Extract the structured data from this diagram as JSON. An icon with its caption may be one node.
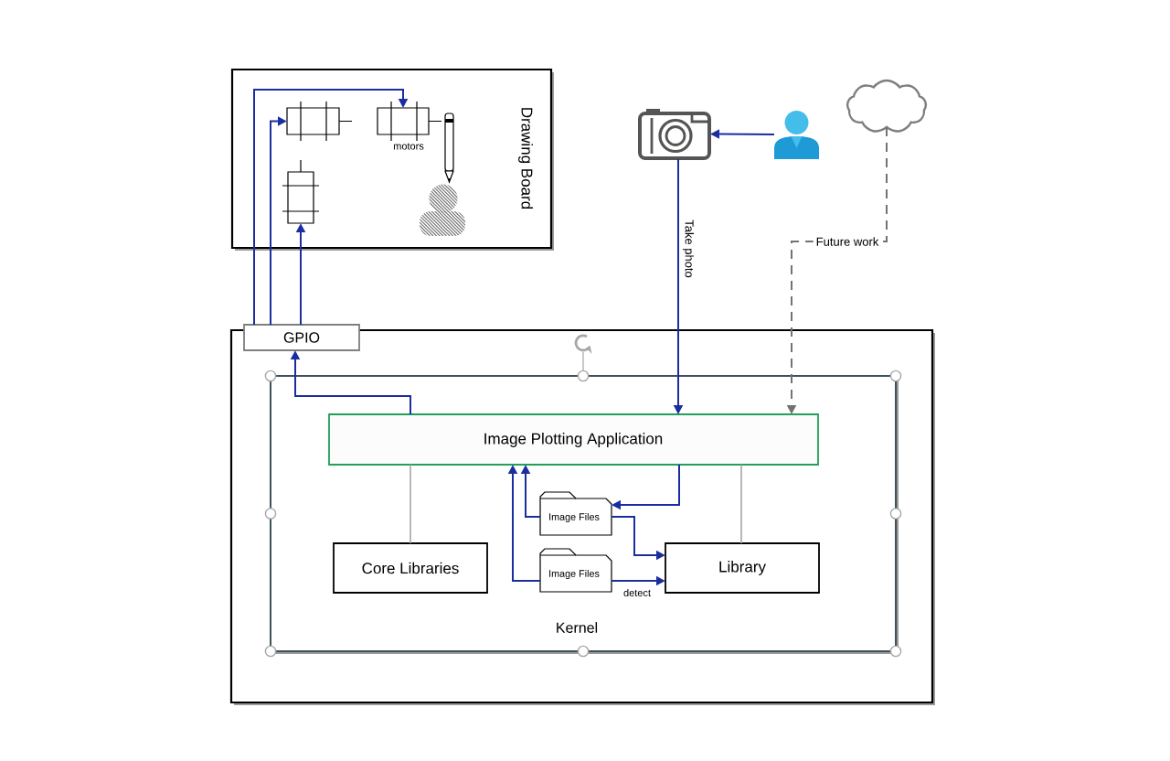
{
  "diagram": {
    "nodes": [
      {
        "text": [
          "Drawing Board"
        ]
      },
      {
        "text": [],
        "shape": "box",
        "in": 0
      },
      {
        "text": [],
        "shape": "box",
        "in": 0,
        "beside": [
          "motors"
        ]
      },
      {
        "text": [],
        "shape": "box",
        "in": 0
      },
      {
        "text": [],
        "shape": "picture"
      },
      {
        "text": [],
        "shape": "person"
      },
      {
        "text": [],
        "shape": "cloud"
      },
      {
        "text": [],
        "shape": "box"
      },
      {
        "text": [
          "GPIO"
        ]
      },
      {
        "text": [
          "Kernel"
        ],
        "in": 7
      },
      {
        "text": [
          "Image Plotting Application"
        ],
        "in": 9
      },
      {
        "text": [
          "Image Files"
        ],
        "in": 9
      },
      {
        "text": [
          "Image Files"
        ],
        "in": 9
      },
      {
        "text": [
          "Core Libraries"
        ],
        "in": 9
      },
      {
        "text": [
          "Library"
        ],
        "in": 9
      }
    ],
    "edges": [
      {
        "from": 8,
        "to": 1,
        "arrow": "to"
      },
      {
        "from": 8,
        "to": 2,
        "arrow": "to"
      },
      {
        "from": 8,
        "to": 3,
        "arrow": "to"
      },
      {
        "from": 5,
        "to": 4,
        "arrow": "to"
      },
      {
        "from": 4,
        "to": 10,
        "arrow": "to",
        "label": "Take photo"
      },
      {
        "from": 6,
        "to": 10,
        "arrow": "to",
        "label": "Future work",
        "style": "dashed",
        "color": "#737373"
      },
      {
        "from": 10,
        "to": 8,
        "arrow": "to"
      },
      {
        "from": 10,
        "to": 13,
        "arrow": "none",
        "color": "#a6a6a6"
      },
      {
        "from": 10,
        "to": 14,
        "arrow": "none",
        "color": "#a6a6a6"
      },
      {
        "from": 10,
        "to": 11,
        "arrow": "to"
      },
      {
        "from": 11,
        "to": 14,
        "arrow": "to"
      },
      {
        "from": 11,
        "to": 10,
        "arrow": "to"
      },
      {
        "from": 12,
        "to": 14,
        "arrow": "to",
        "label": "detect"
      },
      {
        "from": 12,
        "to": 10,
        "arrow": "to"
      }
    ]
  }
}
